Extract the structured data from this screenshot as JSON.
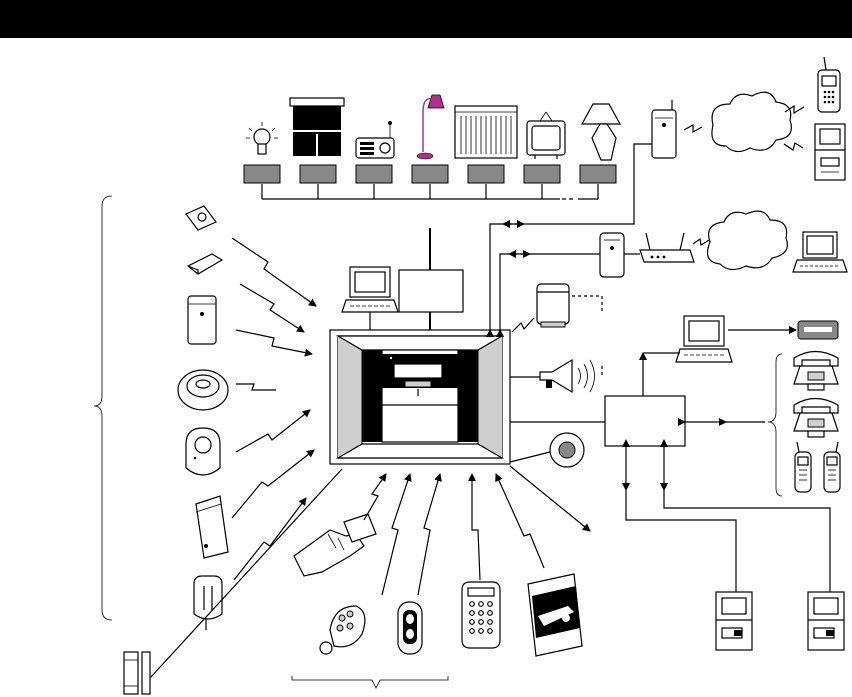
{
  "diagram": {
    "header_bar_color": "#000000",
    "line_color": "#000000",
    "module_color": "#888888",
    "pink_color": "#b0308f",
    "nodes": [
      {
        "id": "control-panel",
        "icon": "alarm-control-panel-icon"
      },
      {
        "id": "panel-monitor",
        "icon": "computer-monitor-icon"
      },
      {
        "id": "interface-module",
        "icon": "interface-box"
      },
      {
        "id": "communicator",
        "icon": "communicator-box"
      },
      {
        "id": "receiver-monitor",
        "icon": "computer-monitor-icon"
      },
      {
        "id": "card-reader",
        "icon": "card-icon"
      },
      {
        "id": "desk-phone",
        "icon": "telephone-icon"
      },
      {
        "id": "cordless-phone",
        "icon": "cordless-phone-icon"
      },
      {
        "id": "internet-cloud",
        "icon": "cloud-icon"
      },
      {
        "id": "cellular-cloud",
        "icon": "cloud-icon"
      },
      {
        "id": "router",
        "icon": "router-icon"
      },
      {
        "id": "gsm-module",
        "icon": "gsm-module-icon"
      },
      {
        "id": "remote-laptop",
        "icon": "laptop-icon"
      },
      {
        "id": "mobile-phone",
        "icon": "mobile-phone-icon"
      },
      {
        "id": "remote-pc",
        "icon": "desktop-pc-icon"
      },
      {
        "id": "wired-siren",
        "icon": "siren-box-icon"
      },
      {
        "id": "horn-speaker",
        "icon": "horn-speaker-icon"
      },
      {
        "id": "strobe-light",
        "icon": "strobe-icon"
      },
      {
        "id": "central-station-1",
        "icon": "desktop-pc-icon"
      },
      {
        "id": "central-station-2",
        "icon": "desktop-pc-icon"
      }
    ],
    "home_automation": [
      "bulb-icon",
      "window-blind-icon",
      "radio-icon",
      "floor-lamp-icon",
      "air-conditioner-icon",
      "television-icon",
      "table-lamp-icon"
    ],
    "wireless_sensors": [
      "panic-button-icon",
      "glassbreak-icon",
      "pir-detector-icon",
      "smoke-detector-icon",
      "ceiling-detector-icon",
      "vibration-sensor-icon",
      "flood-sensor-icon",
      "door-contact-icon"
    ],
    "wireless_keypads": [
      "card-in-hand-icon",
      "keyfob-4-button-icon",
      "keyfob-2-button-icon",
      "numeric-keypad-icon",
      "lcd-keypad-icon"
    ]
  }
}
